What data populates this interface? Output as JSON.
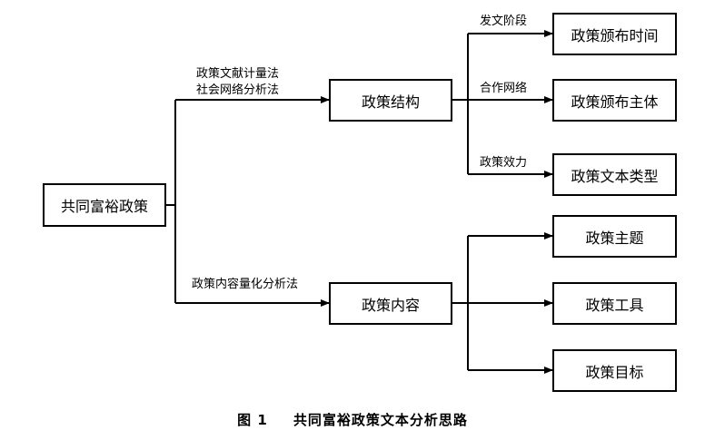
{
  "nodes": {
    "root": "共同富裕政策",
    "structure": "政策结构",
    "content": "政策内容",
    "time": "政策颁布时间",
    "subject": "政策颁布主体",
    "type": "政策文本类型",
    "theme": "政策主题",
    "tools": "政策工具",
    "goal": "政策目标"
  },
  "edge_labels": {
    "method1": "政策文献计量法",
    "method2": "社会网络分析法",
    "method3": "政策内容量化分析法",
    "stage": "发文阶段",
    "network": "合作网络",
    "effect": "政策效力"
  },
  "caption": {
    "number": "图 1",
    "title": "共同富裕政策文本分析思路"
  }
}
